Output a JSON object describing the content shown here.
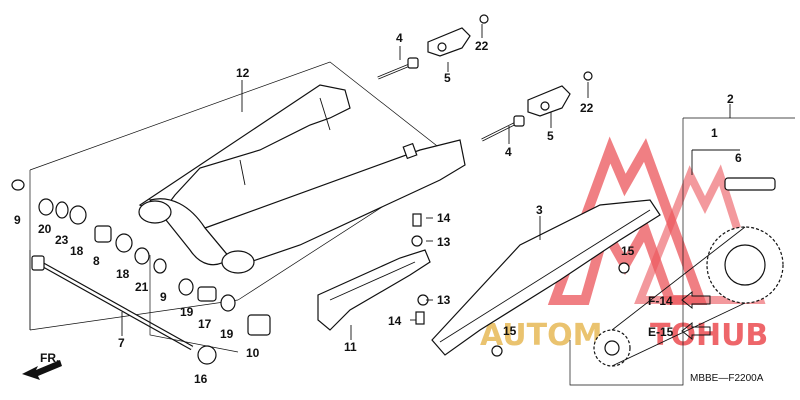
{
  "diagram": {
    "diagram_code": "MBBE—F2200A",
    "front_label": "FR.",
    "ref_f14": "F-14",
    "ref_e15": "E-15",
    "watermark": {
      "left_text": "AUTOM",
      "right_text": "TOHUB",
      "color": "#e8373d",
      "gold": "#e3b043"
    },
    "callouts": [
      {
        "id": "c1",
        "label": "1"
      },
      {
        "id": "c2",
        "label": "2"
      },
      {
        "id": "c3",
        "label": "3"
      },
      {
        "id": "c4a",
        "label": "4"
      },
      {
        "id": "c4b",
        "label": "4"
      },
      {
        "id": "c5a",
        "label": "5"
      },
      {
        "id": "c5b",
        "label": "5"
      },
      {
        "id": "c6",
        "label": "6"
      },
      {
        "id": "c7",
        "label": "7"
      },
      {
        "id": "c8",
        "label": "8"
      },
      {
        "id": "c9a",
        "label": "9"
      },
      {
        "id": "c9b",
        "label": "9"
      },
      {
        "id": "c10",
        "label": "10"
      },
      {
        "id": "c11",
        "label": "11"
      },
      {
        "id": "c12",
        "label": "12"
      },
      {
        "id": "c13a",
        "label": "13"
      },
      {
        "id": "c13b",
        "label": "13"
      },
      {
        "id": "c14a",
        "label": "14"
      },
      {
        "id": "c14b",
        "label": "14"
      },
      {
        "id": "c15a",
        "label": "15"
      },
      {
        "id": "c15b",
        "label": "15"
      },
      {
        "id": "c16",
        "label": "16"
      },
      {
        "id": "c17",
        "label": "17"
      },
      {
        "id": "c18a",
        "label": "18"
      },
      {
        "id": "c18b",
        "label": "18"
      },
      {
        "id": "c19a",
        "label": "19"
      },
      {
        "id": "c19b",
        "label": "19"
      },
      {
        "id": "c20",
        "label": "20"
      },
      {
        "id": "c21",
        "label": "21"
      },
      {
        "id": "c22a",
        "label": "22"
      },
      {
        "id": "c22b",
        "label": "22"
      },
      {
        "id": "c23",
        "label": "23"
      }
    ]
  }
}
